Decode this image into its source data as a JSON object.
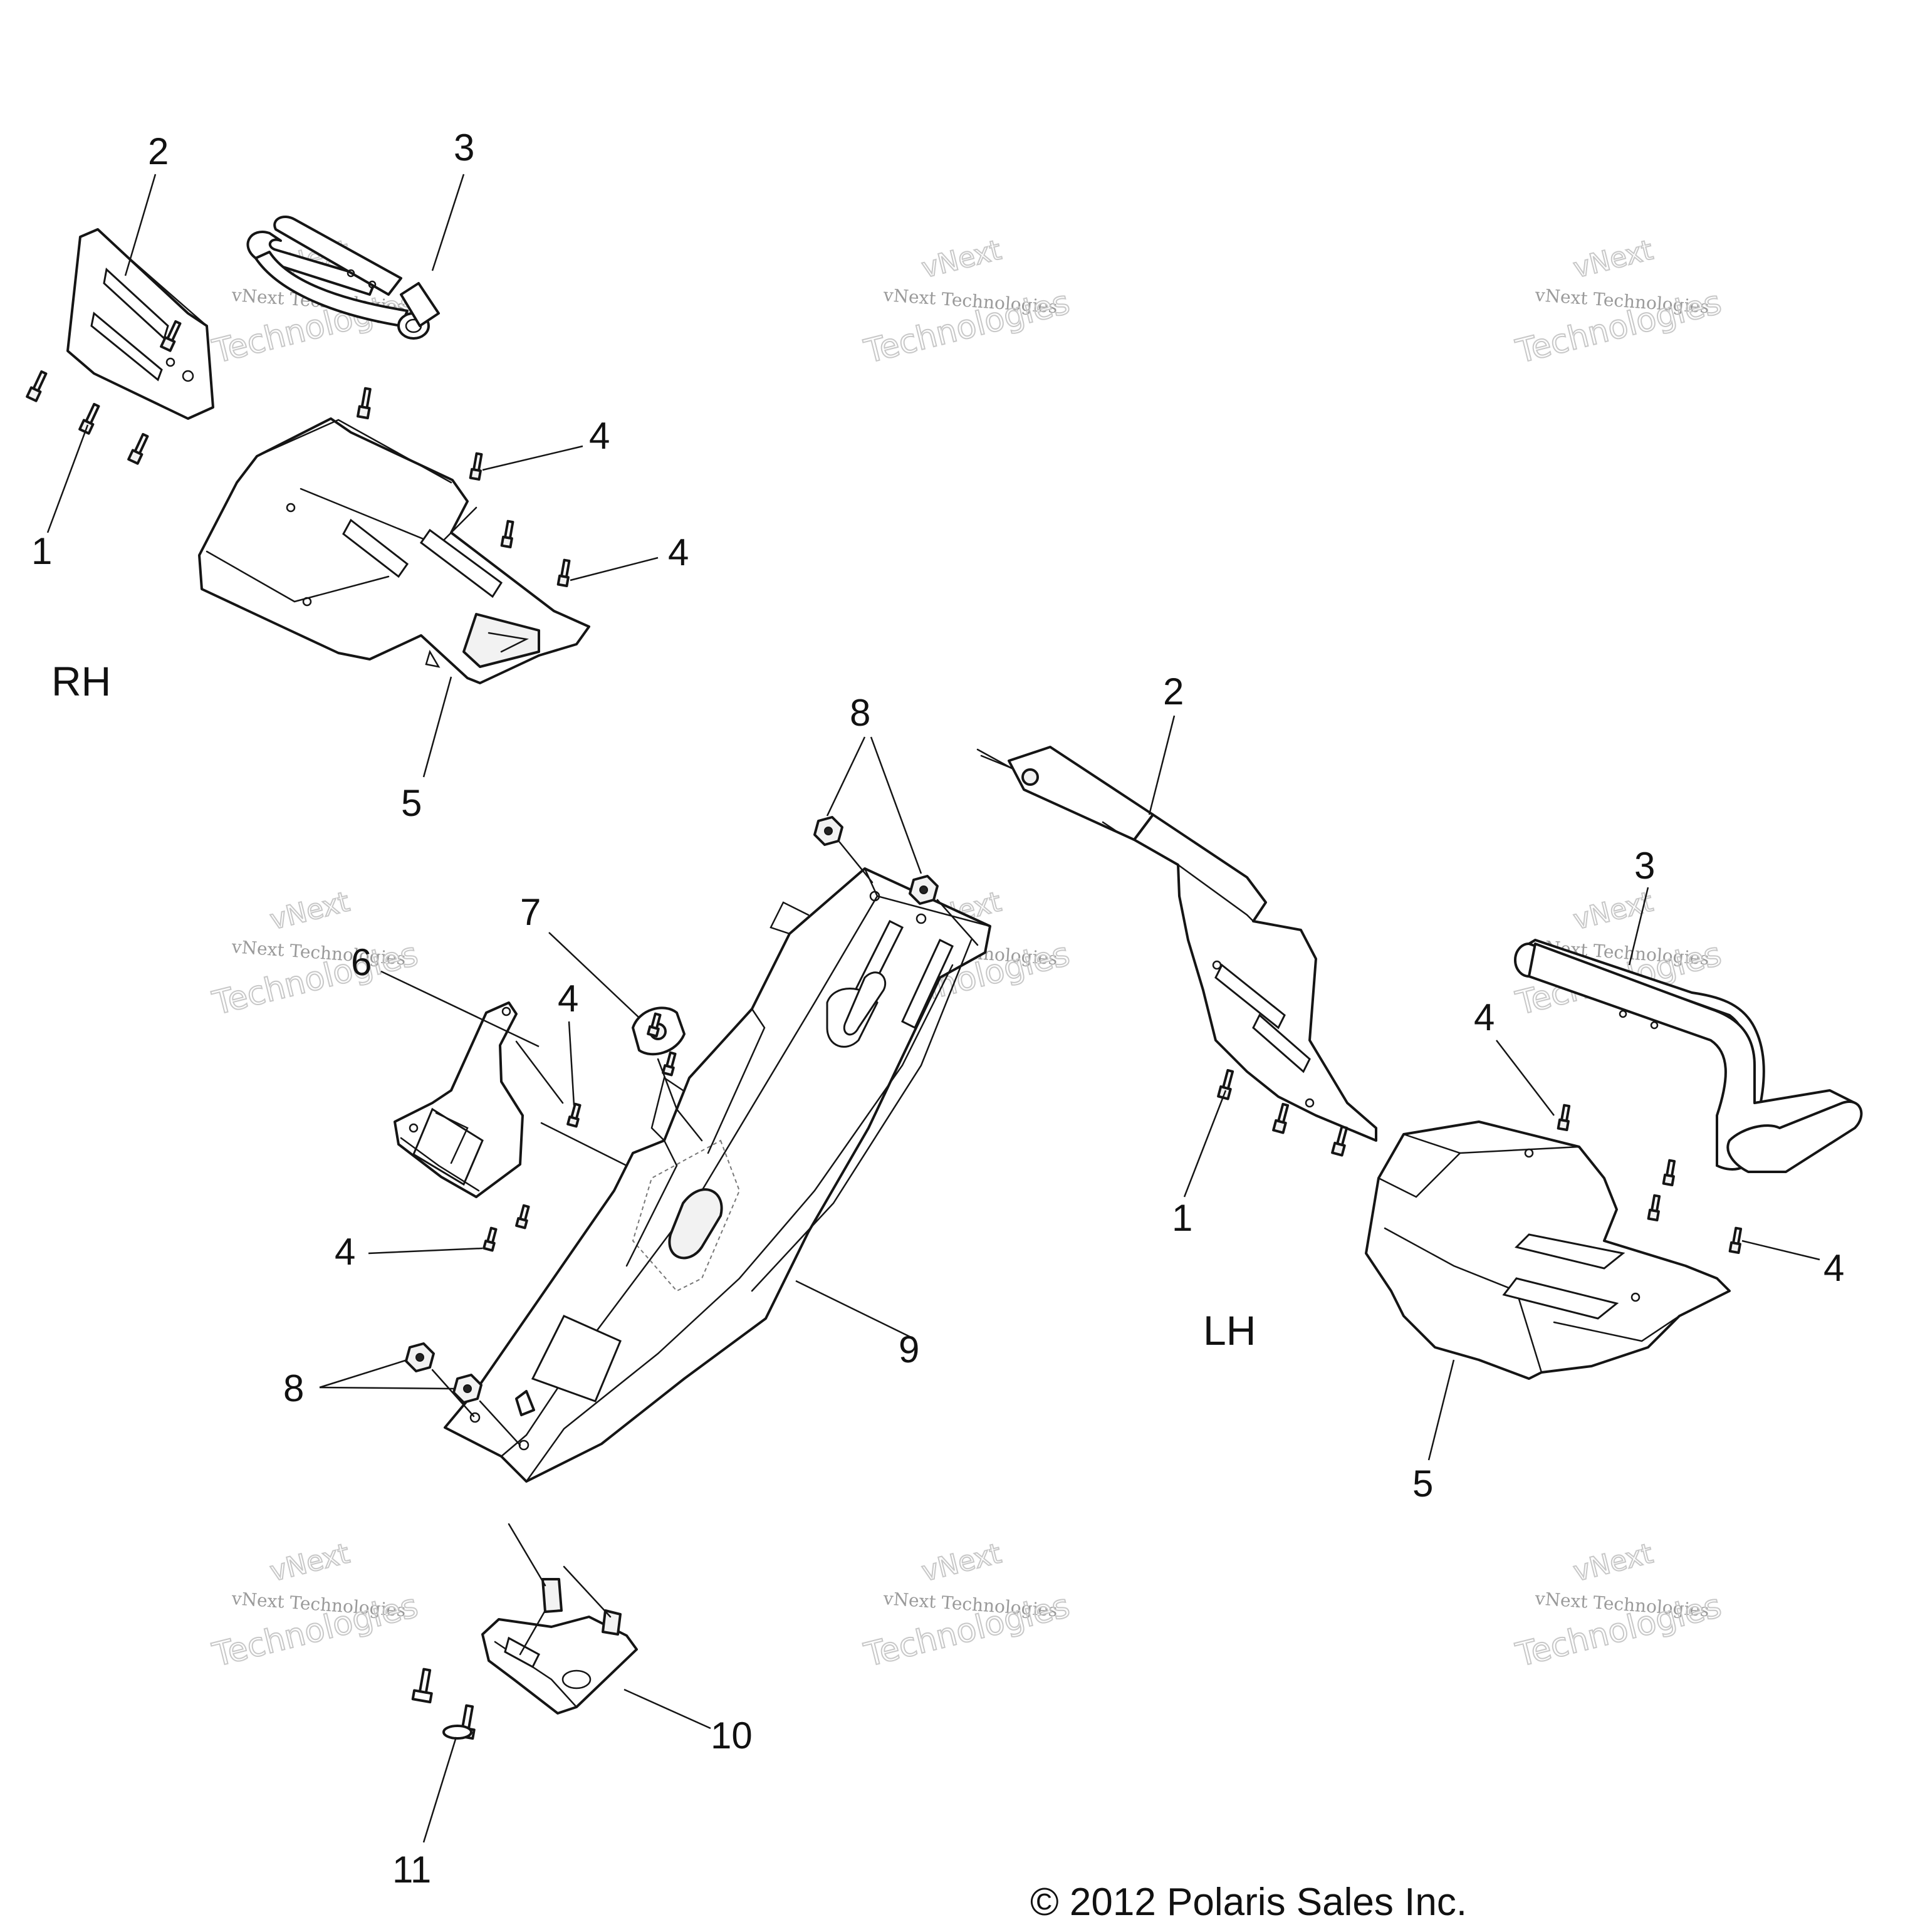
{
  "diagram": {
    "side_labels": {
      "rh": "RH",
      "lh": "LH"
    },
    "callouts": {
      "rh_1": "1",
      "rh_2": "2",
      "rh_3": "3",
      "rh_4a": "4",
      "rh_4b": "4",
      "rh_5": "5",
      "c_8_top": "8",
      "c_7": "7",
      "c_6": "6",
      "c_4_mid": "4",
      "c_4_low": "4",
      "c_8_bottom": "8",
      "c_9": "9",
      "c_10": "10",
      "c_11": "11",
      "lh_1": "1",
      "lh_2": "2",
      "lh_3": "3",
      "lh_4a": "4",
      "lh_4b": "4",
      "lh_5": "5"
    },
    "watermark": {
      "line1": "vNext Technologies",
      "line2": "Technologies",
      "line3": "vNext"
    },
    "copyright": "© 2012 Polaris Sales Inc."
  },
  "colors": {
    "ink": "#151515",
    "watermark": "#c8c8c8",
    "background": "#ffffff"
  }
}
